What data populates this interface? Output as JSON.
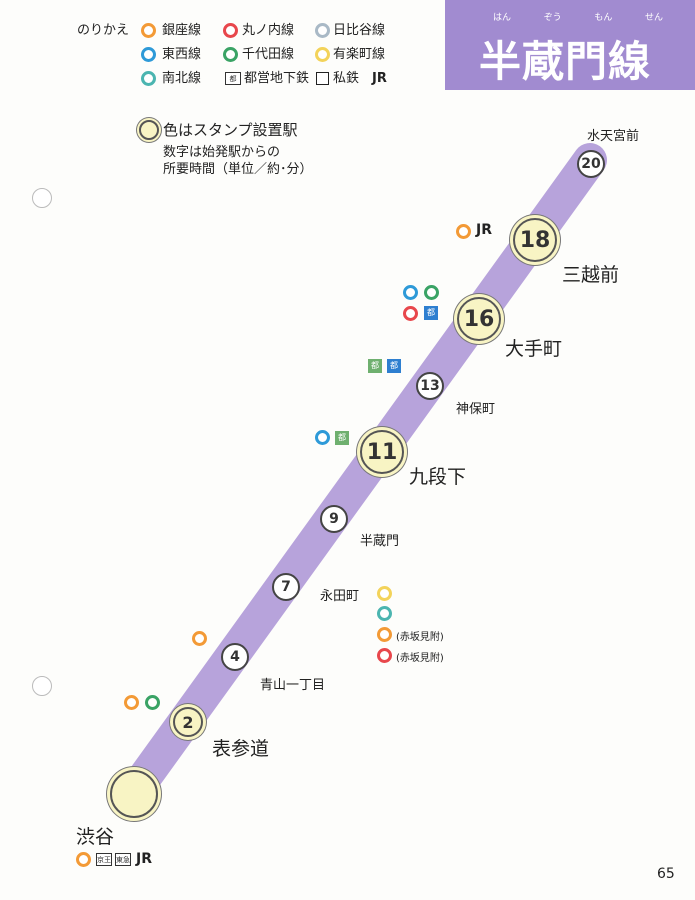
{
  "title": {
    "ruby": [
      "はん",
      "ぞう",
      "もん",
      "せん"
    ],
    "text": "半蔵門線"
  },
  "legend": {
    "header": "のりかえ",
    "lines": [
      {
        "name": "銀座線",
        "color": "#f39a36",
        "icon": "ring-orange"
      },
      {
        "name": "丸ノ内線",
        "color": "#e8474c",
        "icon": "ring-red"
      },
      {
        "name": "日比谷線",
        "color": "#a9b9c6",
        "icon": "ring-silver"
      },
      {
        "name": "東西線",
        "color": "#2e9ad8",
        "icon": "ring-blue"
      },
      {
        "name": "千代田線",
        "color": "#3aa365",
        "icon": "ring-green"
      },
      {
        "name": "有楽町線",
        "color": "#f3d35a",
        "icon": "ring-yellow"
      },
      {
        "name": "南北線",
        "color": "#4bb5b0",
        "icon": "ring-teal"
      },
      {
        "name": "都営地下鉄",
        "icon": "toei-box"
      },
      {
        "name": "私鉄",
        "icon": "private-box"
      },
      {
        "name": "JR",
        "icon": "jr-label"
      }
    ]
  },
  "notes": {
    "stamp": "色はスタンプ設置駅",
    "time_line1": "数字は始発駅からの",
    "time_line2": "所要時間（単位／約･分）"
  },
  "stations": [
    {
      "name": "水天宮前",
      "minutes": "20",
      "stamp": false
    },
    {
      "name": "三越前",
      "minutes": "18",
      "stamp": true
    },
    {
      "name": "大手町",
      "minutes": "16",
      "stamp": true
    },
    {
      "name": "神保町",
      "minutes": "13",
      "stamp": false
    },
    {
      "name": "九段下",
      "minutes": "11",
      "stamp": true
    },
    {
      "name": "半蔵門",
      "minutes": "9",
      "stamp": false
    },
    {
      "name": "永田町",
      "minutes": "7",
      "stamp": false
    },
    {
      "name": "青山一丁目",
      "minutes": "4",
      "stamp": false
    },
    {
      "name": "表参道",
      "minutes": "2",
      "stamp": true
    },
    {
      "name": "渋谷",
      "minutes": "",
      "stamp": true
    }
  ],
  "transfers": {
    "mitsukoshimae_jr": "JR",
    "toei": "都",
    "akasaka": "(赤坂見附)",
    "shibuya_keio": "京王",
    "shibuya_tokyu": "東急",
    "shibuya_jr": "JR"
  },
  "colors": {
    "line": "#b7a3db",
    "title_bg": "#a18bd0"
  },
  "page_number": "65"
}
